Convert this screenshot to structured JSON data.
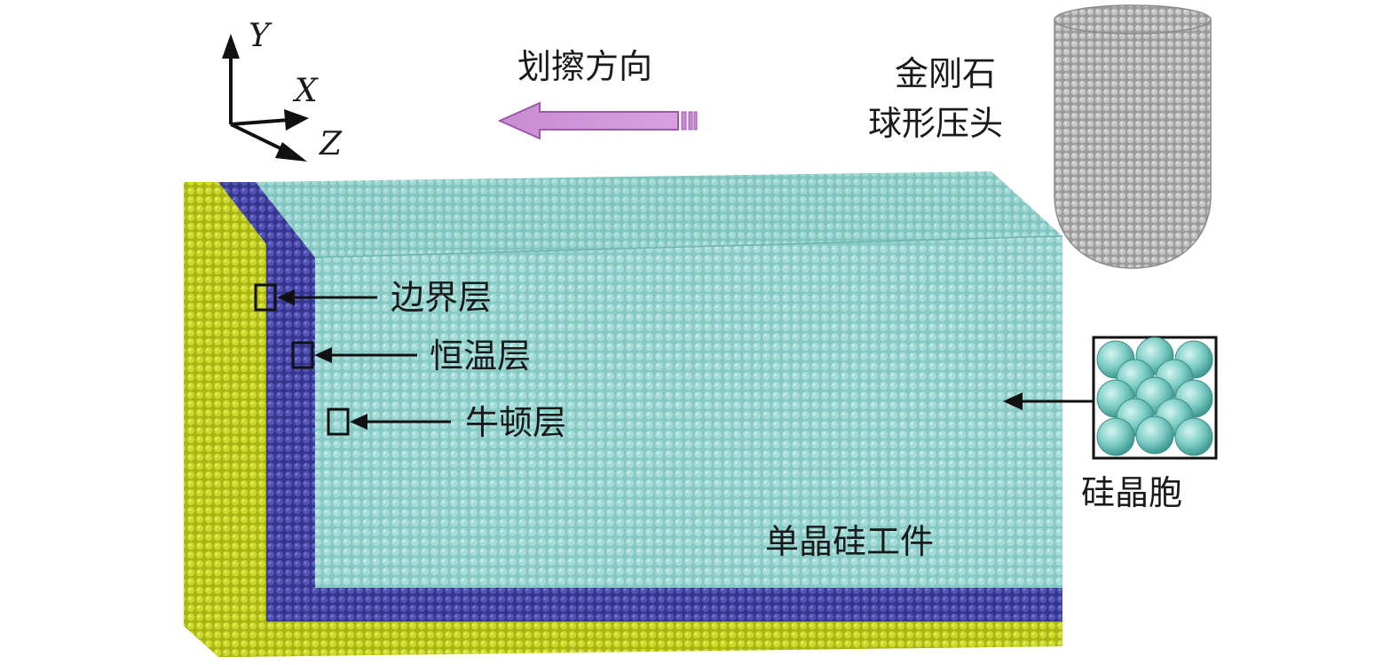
{
  "axes": {
    "y": "Y",
    "x": "X",
    "z": "Z"
  },
  "direction": {
    "label": "划擦方向"
  },
  "indenter": {
    "label_line1": "金刚石",
    "label_line2": "球形压头"
  },
  "layers": {
    "boundary": "边界层",
    "thermostat": "恒温层",
    "newton": "牛顿层"
  },
  "unit_cell": {
    "label": "硅晶胞"
  },
  "workpiece": {
    "label": "单晶硅工件"
  },
  "colors": {
    "boundary": "#c8d422",
    "thermostat": "#4a4aa8",
    "newton": "#8fd0cc",
    "indenter": "#b8b8b8",
    "arrow": "#c98bd3",
    "annotation": "#111111"
  }
}
